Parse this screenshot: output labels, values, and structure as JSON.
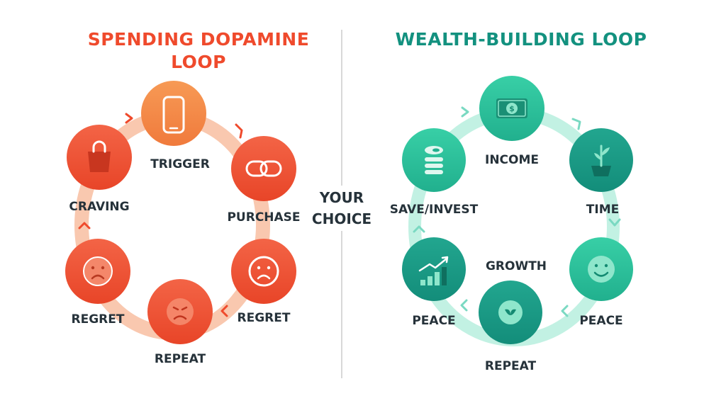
{
  "left_loop": {
    "title_line1": "SPENDING DOPAMINE",
    "title_line2": "LOOP",
    "nodes": {
      "trigger": "TRIGGER",
      "purchase": "PURCHASE",
      "regret_right": "REGRET",
      "repeat": "REPEAT",
      "regret_left": "REGRET",
      "craving": "CRAVING"
    }
  },
  "center": {
    "line1": "YOUR",
    "line2": "CHOICE"
  },
  "right_loop": {
    "title": "WEALTH-BUILDING LOOP",
    "nodes": {
      "income": "INCOME",
      "time": "TIME",
      "peace_right": "PEACE",
      "repeat": "REPEAT",
      "peace_left": "PEACE",
      "save_invest": "SAVE/INVEST",
      "growth": "GROWTH"
    }
  },
  "colors": {
    "spending_primary": "#ef4a2c",
    "spending_light": "#f6b49a",
    "wealth_primary": "#13917f",
    "wealth_light": "#a8ead8",
    "text": "#26323a"
  },
  "icons": {
    "trigger": "phone-icon",
    "purchase": "link-icon",
    "regret_right": "sad-face-icon",
    "repeat_left": "tired-face-icon",
    "regret_left": "sad-face-icon",
    "craving": "shopping-bag-icon",
    "income": "money-bill-icon",
    "time": "plant-pot-icon",
    "peace_right": "smile-face-icon",
    "repeat_right": "leaf-icon",
    "peace_left": "growth-chart-icon",
    "save_invest": "coin-stack-icon"
  }
}
